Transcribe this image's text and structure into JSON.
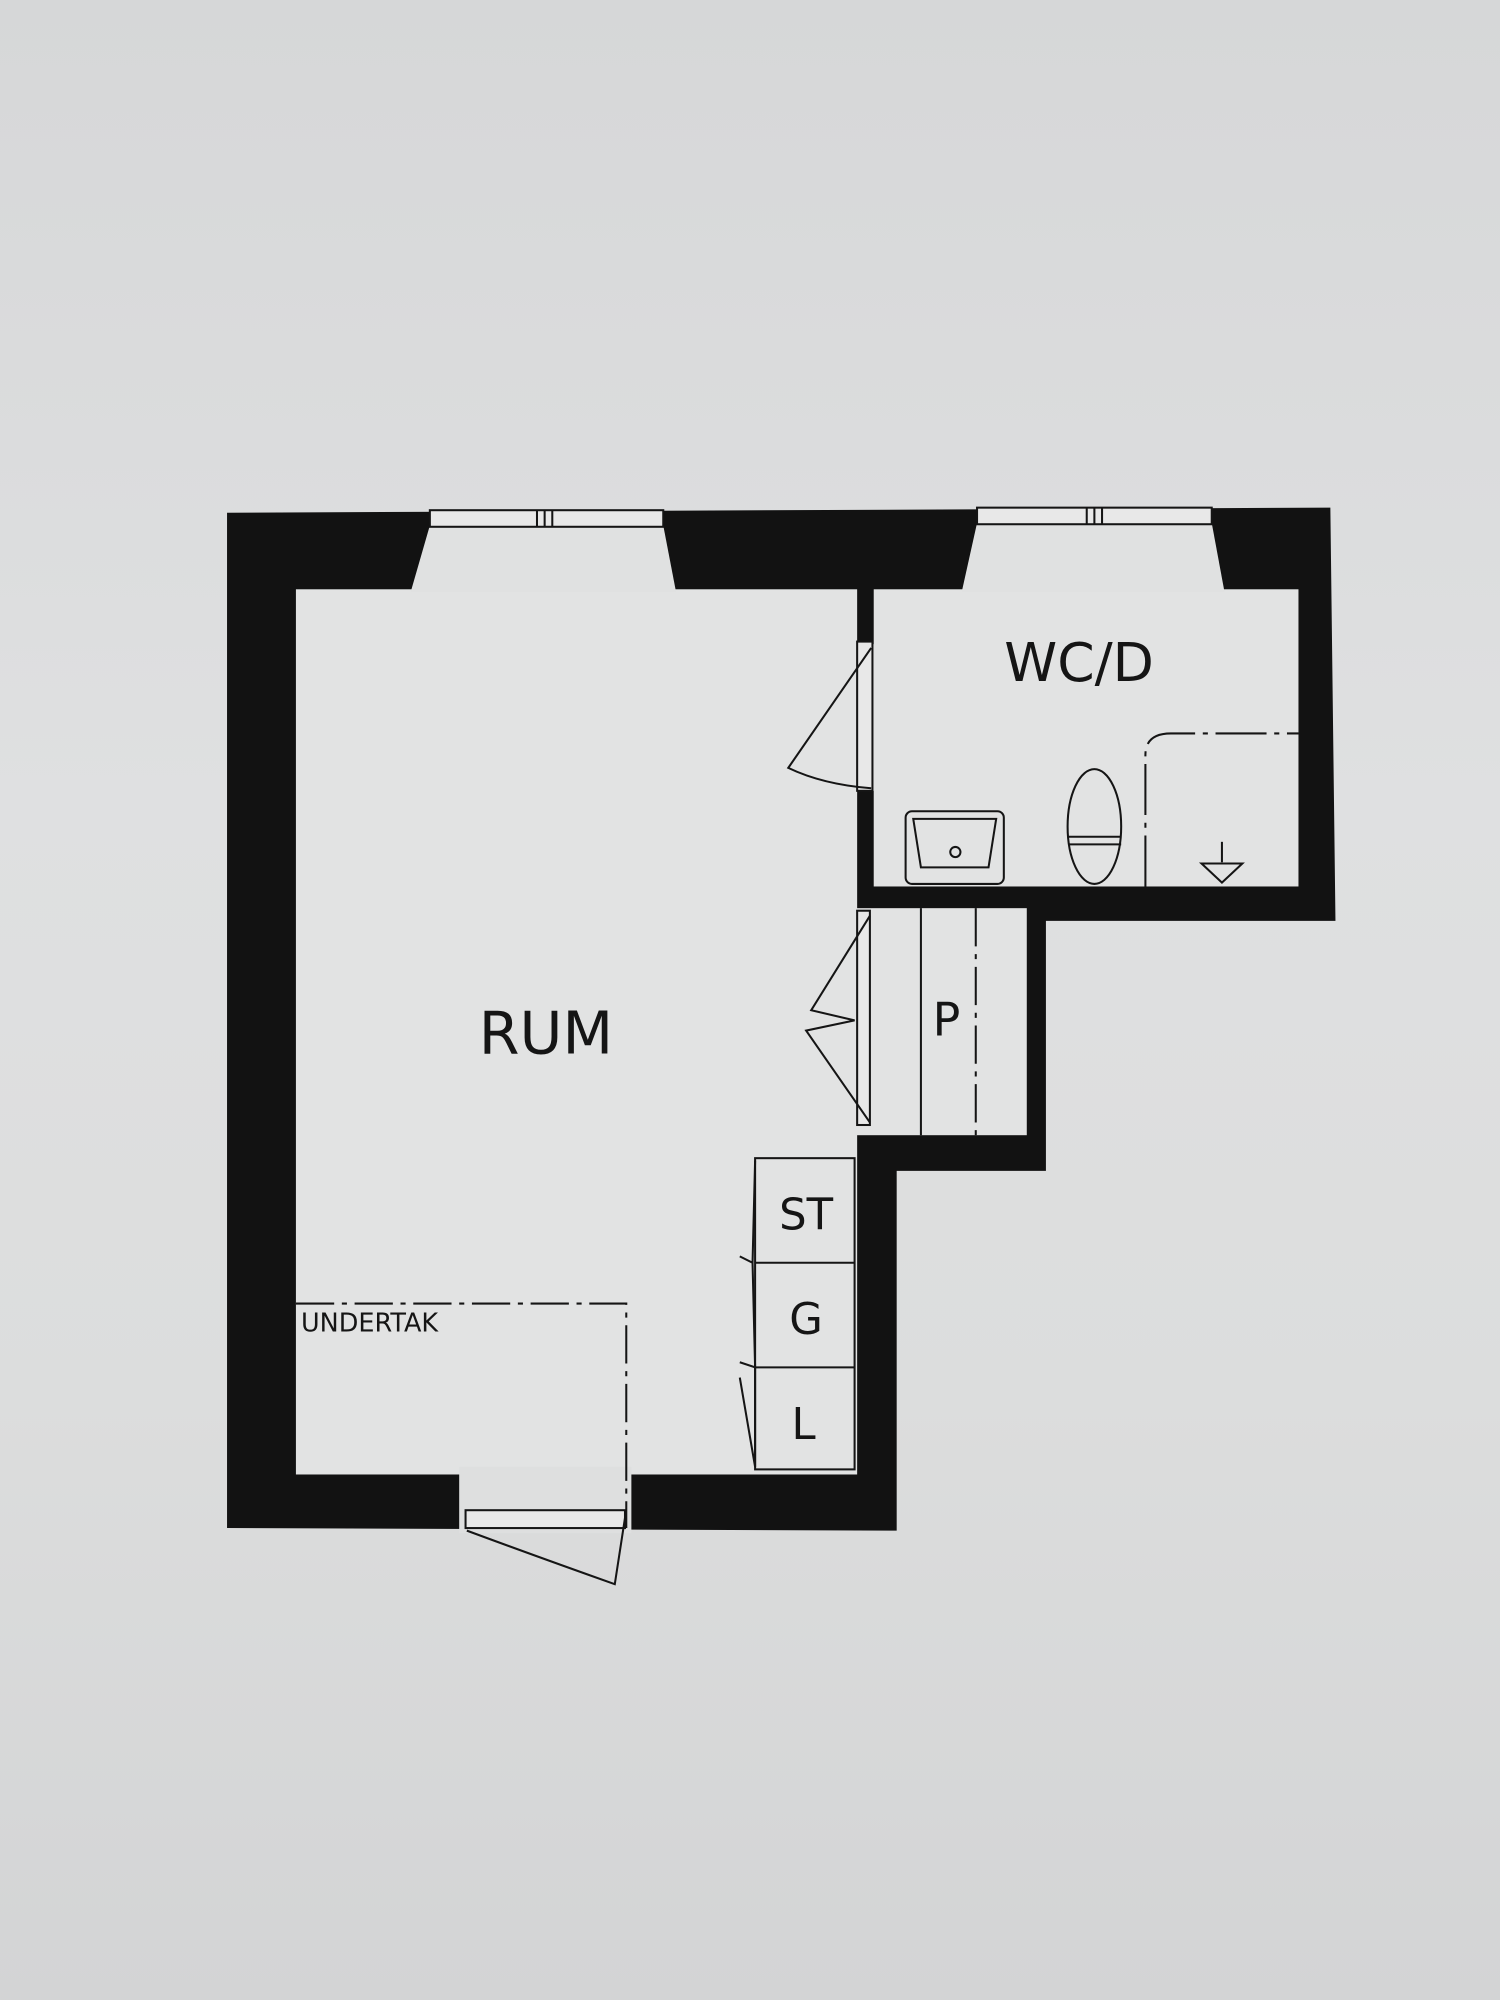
{
  "plan": {
    "rooms": {
      "main": "RUM",
      "bathroom": "WC/D",
      "closet": "P"
    },
    "storage": [
      "ST",
      "G",
      "L"
    ],
    "annotations": {
      "lowered_ceiling": "UNDERTAK"
    },
    "colors": {
      "ink": "#151515",
      "paper": "#dcdddd"
    }
  }
}
